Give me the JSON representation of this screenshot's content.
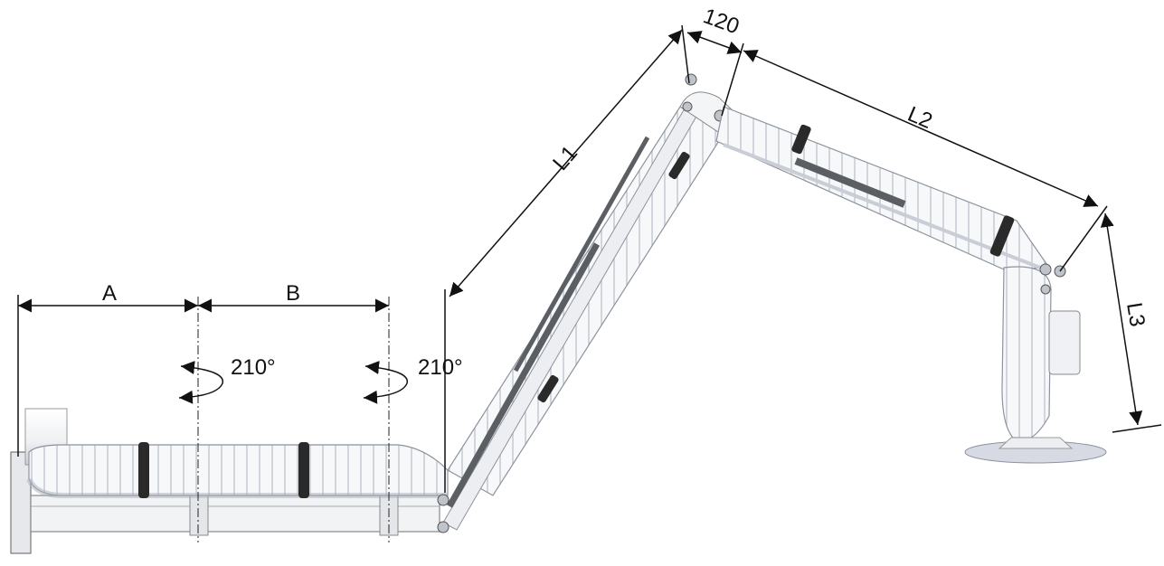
{
  "labels": {
    "A": "A",
    "B": "B",
    "L1": "L1",
    "L2": "L2",
    "L3": "L3",
    "d120": "120",
    "rot1": "210°",
    "rot2": "210°"
  },
  "colors": {
    "line": "#111111",
    "tube": "#ffffff",
    "tube_shade": "#d9dce2",
    "rib": "#b7bcc6",
    "strap": "#2a2a2a",
    "frame": "#e9ebef",
    "piston": "#5b5e63"
  }
}
